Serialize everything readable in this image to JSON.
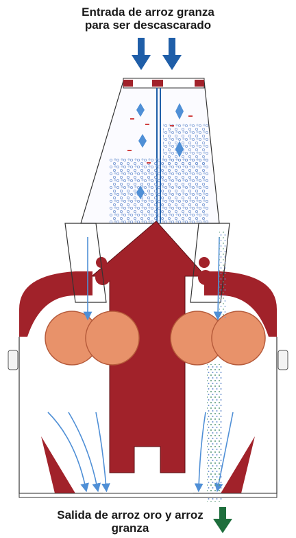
{
  "inlet_label": {
    "line1": "Entrada de arroz granza",
    "line2": "para ser descascarado"
  },
  "outlet_label": {
    "line1": "Salida de arroz oro y arroz",
    "line2": "granza"
  },
  "colors": {
    "frame": "#a1222a",
    "roller": "#e8926a",
    "inlet_arrow": "#1f5ea8",
    "outlet_arrow": "#1e6e3c",
    "air_flow": "#4f8fd6",
    "grain": "#6a8fcf"
  }
}
